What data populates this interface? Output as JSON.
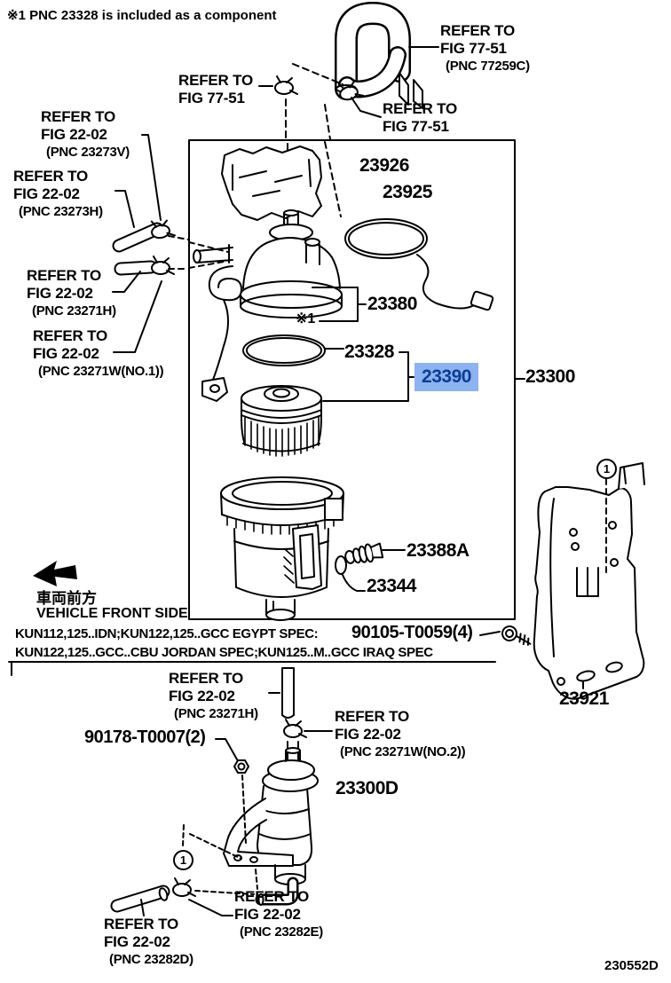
{
  "colors": {
    "highlight_bg": "#8db3f0",
    "highlight_text": "#0c3d96",
    "ink": "#000000"
  },
  "header": {
    "component_note": "※1 PNC 23328 is included as a component"
  },
  "refer": {
    "fig7751_top": {
      "l1": "REFER TO",
      "l2": "FIG 77-51"
    },
    "fig7751_hose": {
      "l1": "REFER TO",
      "l2": "FIG 77-51",
      "l3": "(PNC 77259C)"
    },
    "fig7751_mid": {
      "l1": "REFER TO",
      "l2": "FIG 77-51"
    },
    "fig2202_23273v": {
      "l1": "REFER TO",
      "l2": "FIG 22-02",
      "l3": "(PNC 23273V)"
    },
    "fig2202_23273h": {
      "l1": "REFER TO",
      "l2": "FIG 22-02",
      "l3": "(PNC 23273H)"
    },
    "fig2202_23271h_upper": {
      "l1": "REFER TO",
      "l2": "FIG 22-02",
      "l3": "(PNC 23271H)"
    },
    "fig2202_23271w_no1": {
      "l1": "REFER TO",
      "l2": "FIG 22-02",
      "l3": "(PNC 23271W(NO.1))"
    },
    "fig2202_23271h_lower": {
      "l1": "REFER TO",
      "l2": "FIG 22-02",
      "l3": "(PNC 23271H)"
    },
    "fig2202_23271w_no2": {
      "l1": "REFER TO",
      "l2": "FIG 22-02",
      "l3": "(PNC 23271W(NO.2))"
    },
    "fig2202_23282e": {
      "l1": "REFER TO",
      "l2": "FIG 22-02",
      "l3": "(PNC 23282E)"
    },
    "fig2202_23282d": {
      "l1": "REFER TO",
      "l2": "FIG 22-02",
      "l3": "(PNC 23282D)"
    }
  },
  "parts": {
    "p23926": "23926",
    "p23925": "23925",
    "p23380": "23380",
    "p23328": "23328",
    "p23390": "23390",
    "p23300": "23300",
    "p23388a": "23388A",
    "p23344": "23344",
    "p90105": "90105-T0059(4)",
    "p23921": "23921",
    "p90178": "90178-T0007(2)",
    "p23300d": "23300D",
    "footnote_marker": "※1"
  },
  "callouts": {
    "circle_1": "1"
  },
  "footer": {
    "vehicle_front_jp": "車両前方",
    "vehicle_front_en": "VEHICLE FRONT SIDE",
    "spec_line1": "KUN112,125..IDN;KUN122,125..GCC EGYPT SPEC:",
    "spec_line2": "KUN122,125..GCC..CBU JORDAN SPEC;KUN125..M..GCC IRAQ SPEC",
    "diagram_code": "230552D"
  }
}
